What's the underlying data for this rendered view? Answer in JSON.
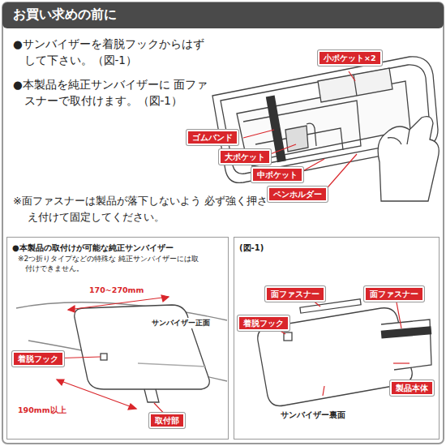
{
  "diagram": {
    "title": "お買い求めの前に",
    "nodes": [
      {
        "text": [
          "小ポケット×2"
        ]
      },
      {
        "text": [
          "ゴムバンド"
        ]
      },
      {
        "text": [
          "大ポケット"
        ]
      },
      {
        "text": [
          "中ポケット"
        ]
      },
      {
        "text": [
          "ペンホルダー"
        ]
      },
      {
        "text": [
          "●本製品の取付けが可能な純正サンバイザー",
          "※2つ折りタイプなどの特殊な 純正サンバイザーには取付けできません。"
        ]
      },
      {
        "text": [
          "着脱フック"
        ],
        "in": 5
      },
      {
        "text": [
          "取付部"
        ],
        "in": 5
      },
      {
        "text": [
          "(図-1)"
        ]
      },
      {
        "text": [
          "面ファスナー"
        ],
        "in": 8
      },
      {
        "text": [
          "面ファスナー"
        ],
        "in": 8
      },
      {
        "text": [
          "着脱フック"
        ],
        "in": 8
      },
      {
        "text": [
          "製品本体"
        ],
        "in": 8
      }
    ],
    "labels": [
      "●サンバイザーを着脱フックからはず して下さい。（図-1）",
      "●本製品を純正サンバイザーに 面ファスナーで取付けます。（図-1）",
      "※面ファスナーは製品が落下しないよう 必ず強く押さえ付けて固定してください。",
      "170~270mm",
      "サンバイザー正面",
      "190mm以上",
      "サンバイザー裏面"
    ]
  }
}
